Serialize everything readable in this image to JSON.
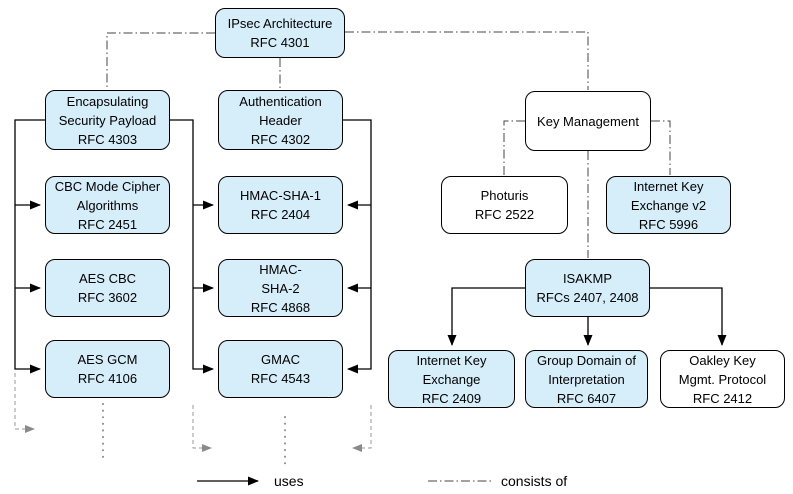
{
  "diagram": {
    "type": "hierarchy-diagram",
    "subject": "IPsec Architecture RFC relationships",
    "colors": {
      "node_fill_blue": "#d6edfa",
      "node_fill_white": "#ffffff",
      "node_border": "#000000",
      "uses_line": "#000000",
      "consists_of_line": "#444444",
      "continuation_line": "#999999"
    },
    "nodes": {
      "ipsec": {
        "label": "IPsec Architecture\nRFC 4301",
        "fill": "blue"
      },
      "esp": {
        "label": "Encapsulating\nSecurity Payload\nRFC 4303",
        "fill": "blue"
      },
      "ah": {
        "label": "Authentication\nHeader\nRFC 4302",
        "fill": "blue"
      },
      "cbc": {
        "label": "CBC Mode Cipher\nAlgorithms\nRFC 2451",
        "fill": "blue"
      },
      "hmacsha1": {
        "label": "HMAC-SHA-1\nRFC 2404",
        "fill": "blue"
      },
      "aescbc": {
        "label": "AES CBC\nRFC 3602",
        "fill": "blue"
      },
      "hmacsha2": {
        "label": "HMAC-\nSHA-2\nRFC 4868",
        "fill": "blue"
      },
      "aesgcm": {
        "label": "AES GCM\nRFC 4106",
        "fill": "blue"
      },
      "gmac": {
        "label": "GMAC\nRFC 4543",
        "fill": "blue"
      },
      "keymgmt": {
        "label": "Key Management",
        "fill": "white"
      },
      "photuris": {
        "label": "Photuris\nRFC 2522",
        "fill": "white"
      },
      "ikev2": {
        "label": "Internet Key\nExchange v2\nRFC 5996",
        "fill": "blue"
      },
      "isakmp": {
        "label": "ISAKMP\nRFCs 2407, 2408",
        "fill": "blue"
      },
      "ike": {
        "label": "Internet Key\nExchange\nRFC 2409",
        "fill": "blue"
      },
      "gdoi": {
        "label": "Group Domain of\nInterpretation\nRFC 6407",
        "fill": "blue"
      },
      "oakley": {
        "label": "Oakley Key\nMgmt. Protocol\nRFC 2412",
        "fill": "white"
      }
    },
    "edges": [
      {
        "from": "ipsec",
        "to": "esp",
        "type": "consists_of"
      },
      {
        "from": "ipsec",
        "to": "ah",
        "type": "consists_of"
      },
      {
        "from": "ipsec",
        "to": "keymgmt",
        "type": "consists_of"
      },
      {
        "from": "keymgmt",
        "to": "photuris",
        "type": "consists_of"
      },
      {
        "from": "keymgmt",
        "to": "ikev2",
        "type": "consists_of"
      },
      {
        "from": "keymgmt",
        "to": "isakmp",
        "type": "consists_of"
      },
      {
        "from": "esp",
        "to": "cbc",
        "type": "uses"
      },
      {
        "from": "esp",
        "to": "aescbc",
        "type": "uses"
      },
      {
        "from": "esp",
        "to": "aesgcm",
        "type": "uses"
      },
      {
        "from": "esp",
        "to": "hmacsha1",
        "type": "uses"
      },
      {
        "from": "esp",
        "to": "hmacsha2",
        "type": "uses"
      },
      {
        "from": "esp",
        "to": "gmac",
        "type": "uses"
      },
      {
        "from": "ah",
        "to": "hmacsha1",
        "type": "uses"
      },
      {
        "from": "ah",
        "to": "hmacsha2",
        "type": "uses"
      },
      {
        "from": "ah",
        "to": "gmac",
        "type": "uses"
      },
      {
        "from": "isakmp",
        "to": "ike",
        "type": "uses"
      },
      {
        "from": "isakmp",
        "to": "gdoi",
        "type": "uses"
      },
      {
        "from": "isakmp",
        "to": "oakley",
        "type": "uses"
      }
    ],
    "legend": {
      "uses_label": "uses",
      "consists_of_label": "consists of"
    }
  }
}
